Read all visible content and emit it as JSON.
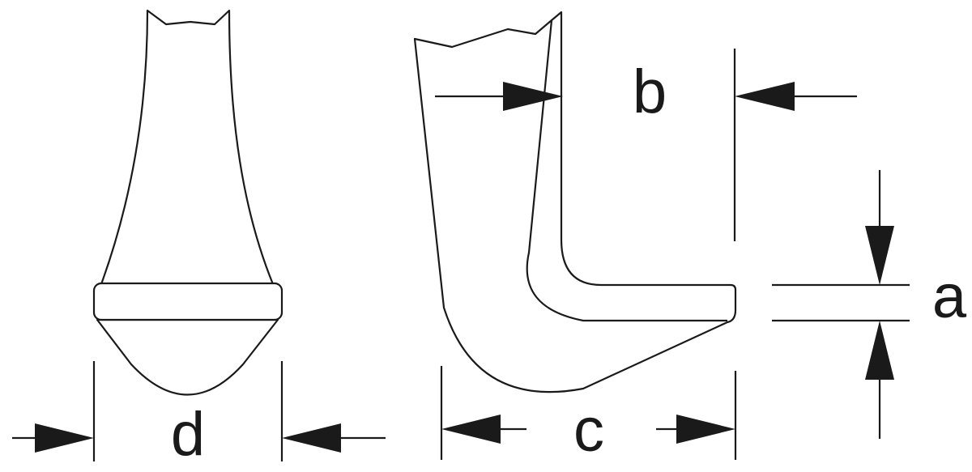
{
  "diagram": {
    "labels": {
      "a": "a",
      "b": "b",
      "c": "c",
      "d": "d"
    },
    "colors": {
      "stroke": "#1a1a1a",
      "background": "#ffffff"
    }
  }
}
